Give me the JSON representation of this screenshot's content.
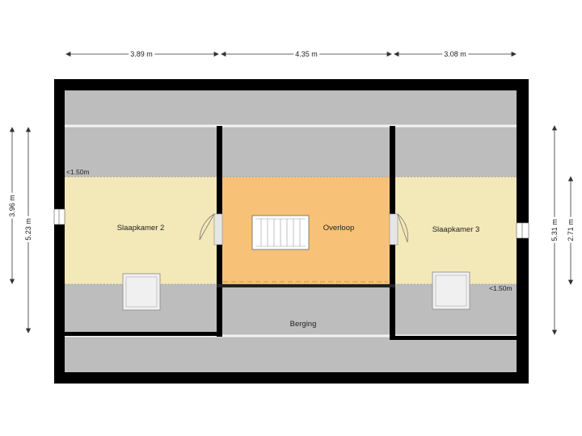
{
  "rooms": {
    "slaapkamer2": "Slaapkamer 2",
    "overloop": "Overloop",
    "slaapkamer3": "Slaapkamer 3",
    "berging": "Berging"
  },
  "dimensions": {
    "top_left": "3.89 m",
    "top_mid": "4.35 m",
    "top_right": "3.08 m",
    "left_inner": "3.96 m",
    "left_outer": "5.23 m",
    "right_outer": "5.31 m",
    "right_inner": "2.71 m"
  },
  "notes": {
    "height_left": "<1.50m",
    "height_right": "<1.50m"
  },
  "colors": {
    "wall": "#000000",
    "grey_area": "#bdbdbd",
    "bedroom": "#f3e8b7",
    "landing": "#f7c277",
    "window": "#e9e9e9"
  }
}
